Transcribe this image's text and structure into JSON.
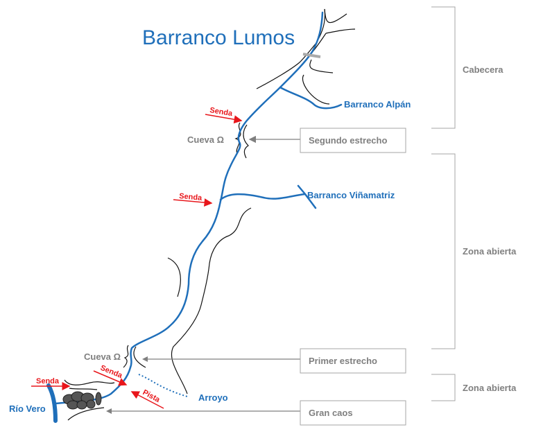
{
  "title": "Barranco Lumos",
  "tributaries": [
    "Barranco Alpán",
    "Barranco Viñamatriz",
    "Arroyo",
    "Río Vero"
  ],
  "caves": [
    "Cueva Ω",
    "Cueva Ω"
  ],
  "paths": [
    "Senda",
    "Senda",
    "Senda",
    "Senda",
    "Pista"
  ],
  "boxes": [
    "Segundo estrecho",
    "Primer estrecho",
    "Gran caos"
  ],
  "sections": [
    "Cabecera",
    "Zona abierta",
    "Zona abierta"
  ],
  "colors": {
    "river": "#1f6fba",
    "path": "#e8161b",
    "label": "#7f7f7f"
  }
}
